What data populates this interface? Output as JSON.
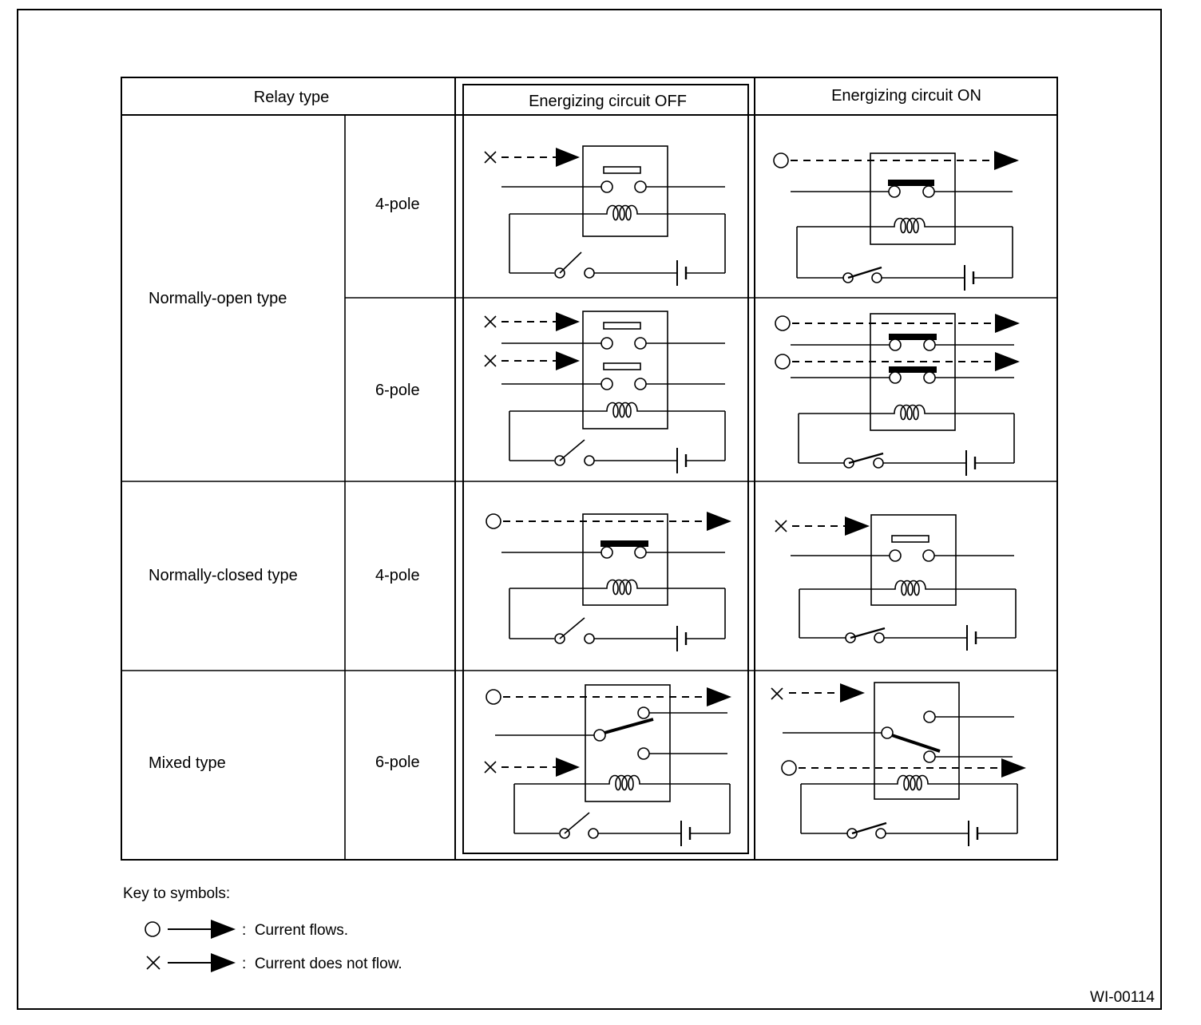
{
  "table": {
    "header_relay_type": "Relay type",
    "header_off": "Energizing circuit OFF",
    "header_on": "Energizing circuit ON",
    "rows": [
      {
        "type": "Normally-open type",
        "poles": [
          "4-pole",
          "6-pole"
        ]
      },
      {
        "type": "Normally-closed type",
        "poles": [
          "4-pole"
        ]
      },
      {
        "type": "Mixed type",
        "poles": [
          "6-pole"
        ]
      }
    ]
  },
  "key": {
    "title": "Key to symbols:",
    "flows": ":  Current flows.",
    "not_flows": ":  Current does not flow."
  },
  "figure_id": "WI-00114"
}
